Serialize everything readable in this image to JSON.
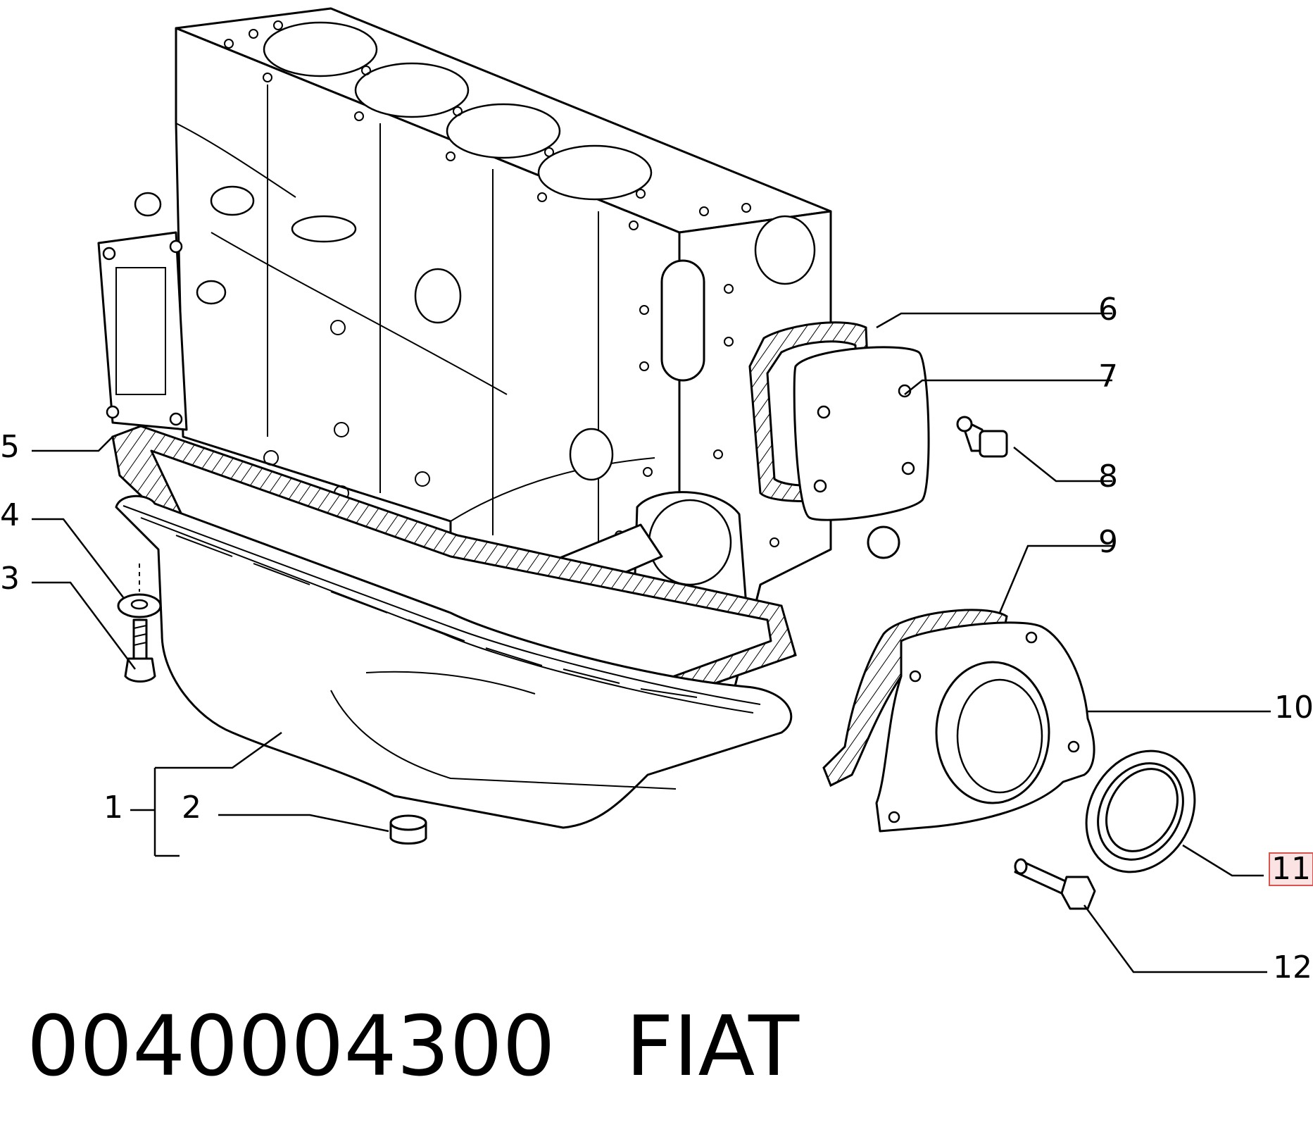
{
  "callouts": [
    {
      "label": "1"
    },
    {
      "label": "2"
    },
    {
      "label": "3"
    },
    {
      "label": "4"
    },
    {
      "label": "5"
    },
    {
      "label": "6"
    },
    {
      "label": "7"
    },
    {
      "label": "8"
    },
    {
      "label": "9"
    },
    {
      "label": "10"
    },
    {
      "label": "11",
      "highlighted": true
    },
    {
      "label": "12"
    }
  ],
  "footer": {
    "part_number": "0040004300",
    "brand": "FIAT"
  },
  "colors": {
    "line": "#000000",
    "background": "#ffffff",
    "highlight_border": "#d9534f",
    "highlight_fill": "#fbe3e3"
  }
}
